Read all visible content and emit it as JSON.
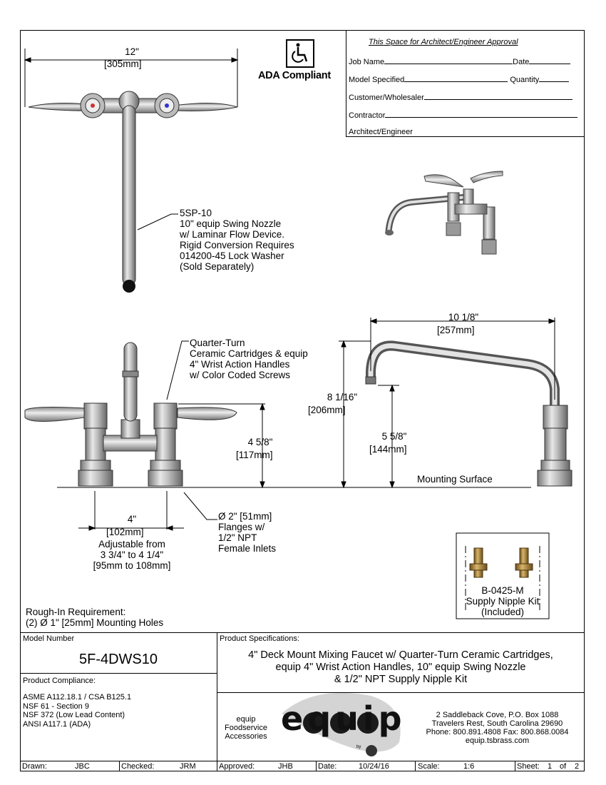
{
  "approval": {
    "title": "This Space for Architect/Engineer Approval",
    "fields": [
      {
        "label": "Job Name",
        "label2": "Date"
      },
      {
        "label": "Model Specified",
        "label2": "Quantity"
      },
      {
        "label": "Customer/Wholesaler"
      },
      {
        "label": "Contractor"
      },
      {
        "label": "Architect/Engineer"
      }
    ]
  },
  "ada": {
    "label": "ADA Compliant"
  },
  "top_view": {
    "width_in": "12\"",
    "width_mm": "305mm"
  },
  "nozzle_callout": [
    "5SP-10",
    "10\" equip Swing Nozzle",
    "w/ Laminar Flow Device.",
    "Rigid Conversion Requires",
    "014200-45 Lock Washer",
    "(Sold Separately)"
  ],
  "cartridge_callout": [
    "Quarter-Turn",
    "Ceramic Cartridges & equip",
    "4\" Wrist Action Handles",
    "w/ Color Coded Screws"
  ],
  "front_view": {
    "height_in": "4 5/8\"",
    "height_mm": "117mm",
    "centers_in": "4\"",
    "centers_mm": "102mm",
    "adjustable": [
      "Adjustable from",
      "3 3/4\" to 4 1/4\"",
      "[95mm to 108mm]"
    ],
    "flange_callout": [
      "Ø 2\" [51mm]",
      "Flanges w/",
      "1/2\" NPT",
      "Female Inlets"
    ]
  },
  "side_view": {
    "reach_in": "10 1/8\"",
    "reach_mm": "257mm",
    "total_h_in": "8 1/16\"",
    "total_h_mm": "206mm",
    "spout_h_in": "5 5/8\"",
    "spout_h_mm": "144mm",
    "surface": "Mounting Surface"
  },
  "nipple_kit": [
    "B-0425-M",
    "Supply Nipple Kit",
    "(Included)"
  ],
  "rough_in": [
    "Rough-In Requirement:",
    "(2) Ø  1\" [25mm] Mounting Holes"
  ],
  "model": {
    "label": "Model Number",
    "value": "5F-4DWS10"
  },
  "compliance": {
    "label": "Product Compliance:",
    "items": [
      "ASME A112.18.1 / CSA B125.1",
      "NSF 61 - Section 9",
      "NSF 372 (Low Lead Content)",
      "ANSI A117.1 (ADA)"
    ]
  },
  "specs": {
    "label": "Product Specifications:",
    "lines": [
      "4\" Deck Mount Mixing Faucet w/ Quarter-Turn Ceramic Cartridges,",
      "equip 4\" Wrist Action Handles, 10\" equip Swing Nozzle",
      "& 1/2\" NPT Supply Nipple Kit"
    ]
  },
  "brand": {
    "tagline": [
      "equip",
      "Foodservice",
      "Accessories"
    ],
    "logo_text": "equip",
    "logo_sub": "by",
    "address": [
      "2 Saddleback Cove, P.O. Box 1088",
      "Travelers Rest, South Carolina 29690",
      "Phone: 800.891.4808  Fax: 800.868.0084",
      "equip.tsbrass.com"
    ]
  },
  "title_block": {
    "drawn_label": "Drawn:",
    "drawn": "JBC",
    "checked_label": "Checked:",
    "checked": "JRM",
    "approved_label": "Approved:",
    "approved": "JHB",
    "date_label": "Date:",
    "date": "10/24/16",
    "scale_label": "Scale:",
    "scale": "1:6",
    "sheet_label": "Sheet:",
    "sheet": "1",
    "of_label": "of",
    "sheet_total": "2"
  }
}
